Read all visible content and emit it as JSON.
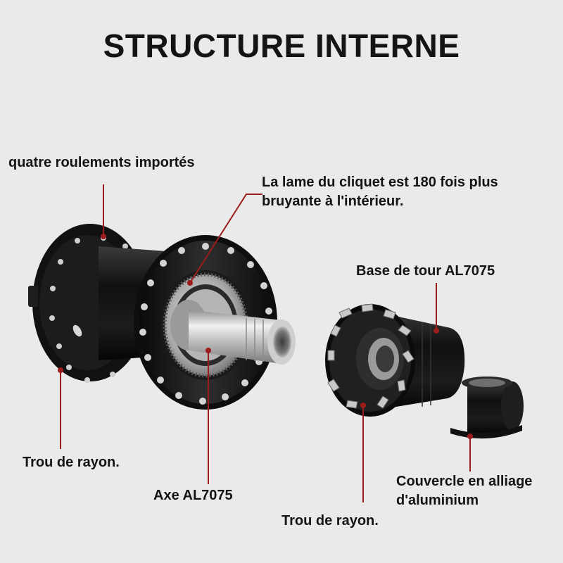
{
  "title": "STRUCTURE INTERNE",
  "labels": {
    "bearings": "quatre roulements importés",
    "pawl_line1": "La lame du cliquet est 180 fois plus",
    "pawl_line2": "bruyante à l'intérieur.",
    "tower_base": "Base de tour AL7075",
    "spoke_hole_left": "Trou de rayon.",
    "axle": "Axe AL7075",
    "cover_line1": "Couvercle en alliage",
    "cover_line2": "d'aluminium",
    "spoke_hole_right": "Trou de rayon."
  },
  "colors": {
    "background": "#eaeaea",
    "text": "#141414",
    "leader": "#9b1c1c",
    "anodized_black": "#141414",
    "silver": "#bdbdbd"
  }
}
